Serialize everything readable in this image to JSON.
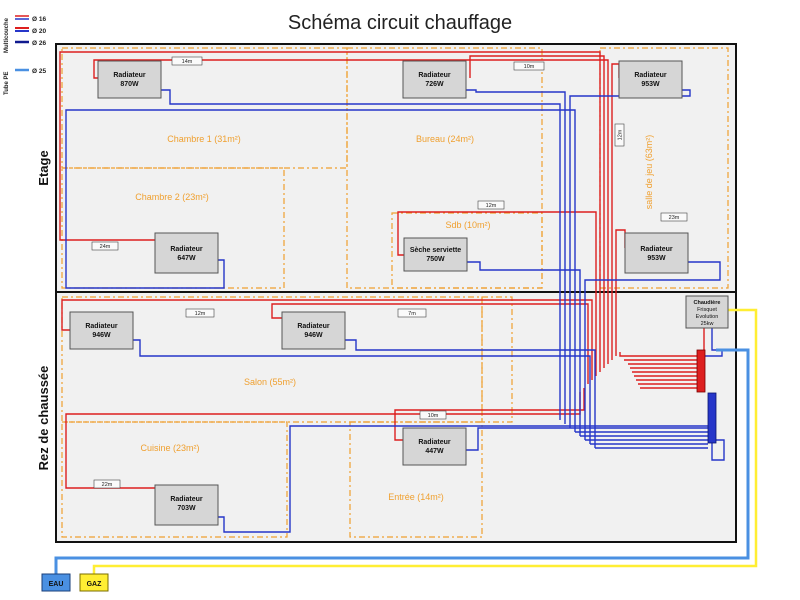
{
  "title": "Schéma circuit chauffage",
  "colors": {
    "supply": "#dd1f1f",
    "return": "#2636c9",
    "water": "#4a90e2",
    "gas": "#ffee33",
    "zone": "#f0a030"
  },
  "legend": {
    "group_multicouche": "Multicouche",
    "group_pe": "Tube PE",
    "items": [
      {
        "label": "Ø 16",
        "style": "red-blue-pair"
      },
      {
        "label": "Ø 20",
        "style": "red-blue-pair"
      },
      {
        "label": "Ø 26",
        "style": "dark-blue"
      },
      {
        "label": "Ø 25",
        "style": "light-blue"
      }
    ]
  },
  "floors": {
    "upper": "Etage",
    "lower": "Rez de chaussée"
  },
  "rooms": {
    "chambre1": "Chambre 1 (31m²)",
    "bureau": "Bureau (24m²)",
    "chambre2": "Chambre 2 (23m²)",
    "sdb": "Sdb (10m²)",
    "salle_jeu": "salle de jeu (63m²)",
    "salon": "Salon (55m²)",
    "cuisine": "Cuisine (23m²)",
    "entree": "Entrée (14m²)"
  },
  "radiators": [
    {
      "name": "Radiateur",
      "power": "870W"
    },
    {
      "name": "Radiateur",
      "power": "726W"
    },
    {
      "name": "Radiateur",
      "power": "953W"
    },
    {
      "name": "Radiateur",
      "power": "647W"
    },
    {
      "name": "Sèche serviette",
      "power": "750W"
    },
    {
      "name": "Radiateur",
      "power": "953W"
    },
    {
      "name": "Radiateur",
      "power": "946W"
    },
    {
      "name": "Radiateur",
      "power": "946W"
    },
    {
      "name": "Radiateur",
      "power": "447W"
    },
    {
      "name": "Radiateur",
      "power": "703W"
    }
  ],
  "pipe_lengths": [
    "14m",
    "10m",
    "12m",
    "12m",
    "24m",
    "23m",
    "12m",
    "7m",
    "10m",
    "22m"
  ],
  "boiler": {
    "line1": "Chaudière",
    "line2": "Frisquet",
    "line3": "Evolution",
    "line4": "25kw"
  },
  "sources": {
    "water": "EAU",
    "gas": "GAZ"
  }
}
